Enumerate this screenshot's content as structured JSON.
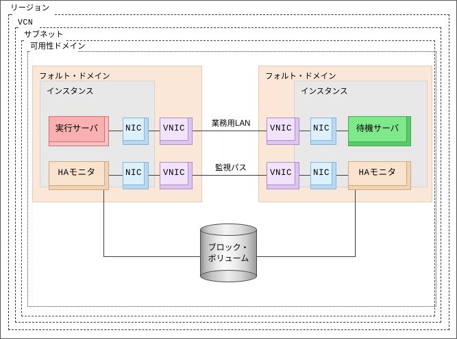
{
  "diagram": {
    "title_zones": {
      "region": "リージョン",
      "vcn": "VCN",
      "subnet": "サブネット",
      "availability_domain": "可用性ドメイン"
    },
    "fault_domains": [
      {
        "id": "left",
        "label": "フォルト・ドメイン"
      },
      {
        "id": "right",
        "label": "フォルト・ドメイン"
      }
    ],
    "instances": [
      {
        "id": "left",
        "label": "インスタンス"
      },
      {
        "id": "right",
        "label": "インスタンス"
      }
    ],
    "nodes": {
      "left_server": {
        "label": "実行サーバ",
        "color": "#f9b0b0"
      },
      "left_nic1": {
        "label": "NIC",
        "color": "#dcf0fd"
      },
      "left_vnic1": {
        "label": "VNIC",
        "color": "#f1e3fb"
      },
      "left_hamon": {
        "label": "HAモニタ",
        "color": "#fae3ce"
      },
      "left_nic2": {
        "label": "NIC",
        "color": "#dcf0fd"
      },
      "left_vnic2": {
        "label": "VNIC",
        "color": "#f1e3fb"
      },
      "right_vnic1": {
        "label": "VNIC",
        "color": "#f1e3fb"
      },
      "right_nic1": {
        "label": "NIC",
        "color": "#dcf0fd"
      },
      "right_server": {
        "label": "待機サーバ",
        "color": "#7ee88a"
      },
      "right_vnic2": {
        "label": "VNIC",
        "color": "#f1e3fb"
      },
      "right_nic2": {
        "label": "NIC",
        "color": "#dcf0fd"
      },
      "right_hamon": {
        "label": "HAモニタ",
        "color": "#fae3ce"
      }
    },
    "links": {
      "business_lan": "業務用LAN",
      "monitor_path": "監視パス"
    },
    "storage": {
      "label_line1": "ブロック・",
      "label_line2": "ボリューム"
    }
  }
}
